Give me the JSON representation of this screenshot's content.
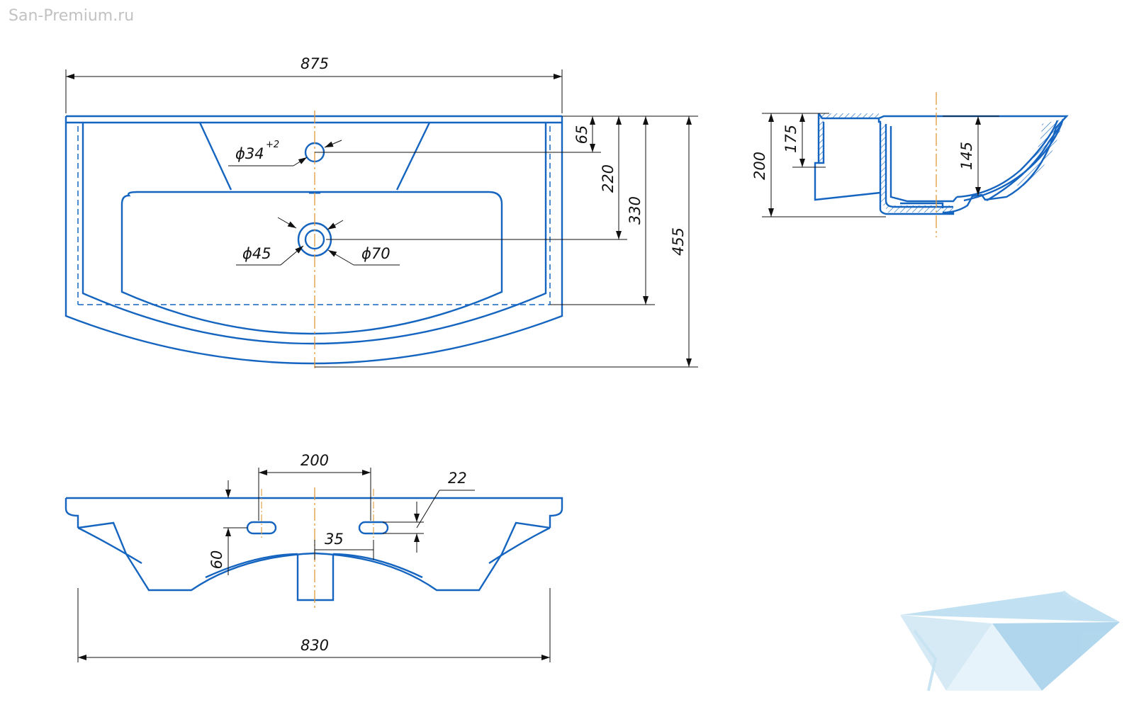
{
  "watermark": "San-Premium.ru",
  "colors": {
    "outline": "#1565c0",
    "dimension": "#111111",
    "centerline": "#e09a3a",
    "logo": "#a9d4ec"
  },
  "dimensions": {
    "overall_width": "875",
    "back_width": "830",
    "depth_65": "65",
    "depth_220": "220",
    "depth_330": "330",
    "depth_455": "455",
    "height_200": "200",
    "height_175": "175",
    "bowl_depth_145": "145",
    "tap_spacing_200": "200",
    "slot_22": "22",
    "slot_35": "35",
    "offset_60": "60",
    "tap_hole_prefix": "ϕ34",
    "tap_hole_tolerance": "+2",
    "drain_inner": "ϕ45",
    "drain_outer": "ϕ70"
  },
  "icons": [
    "bathtub-logo-icon"
  ]
}
